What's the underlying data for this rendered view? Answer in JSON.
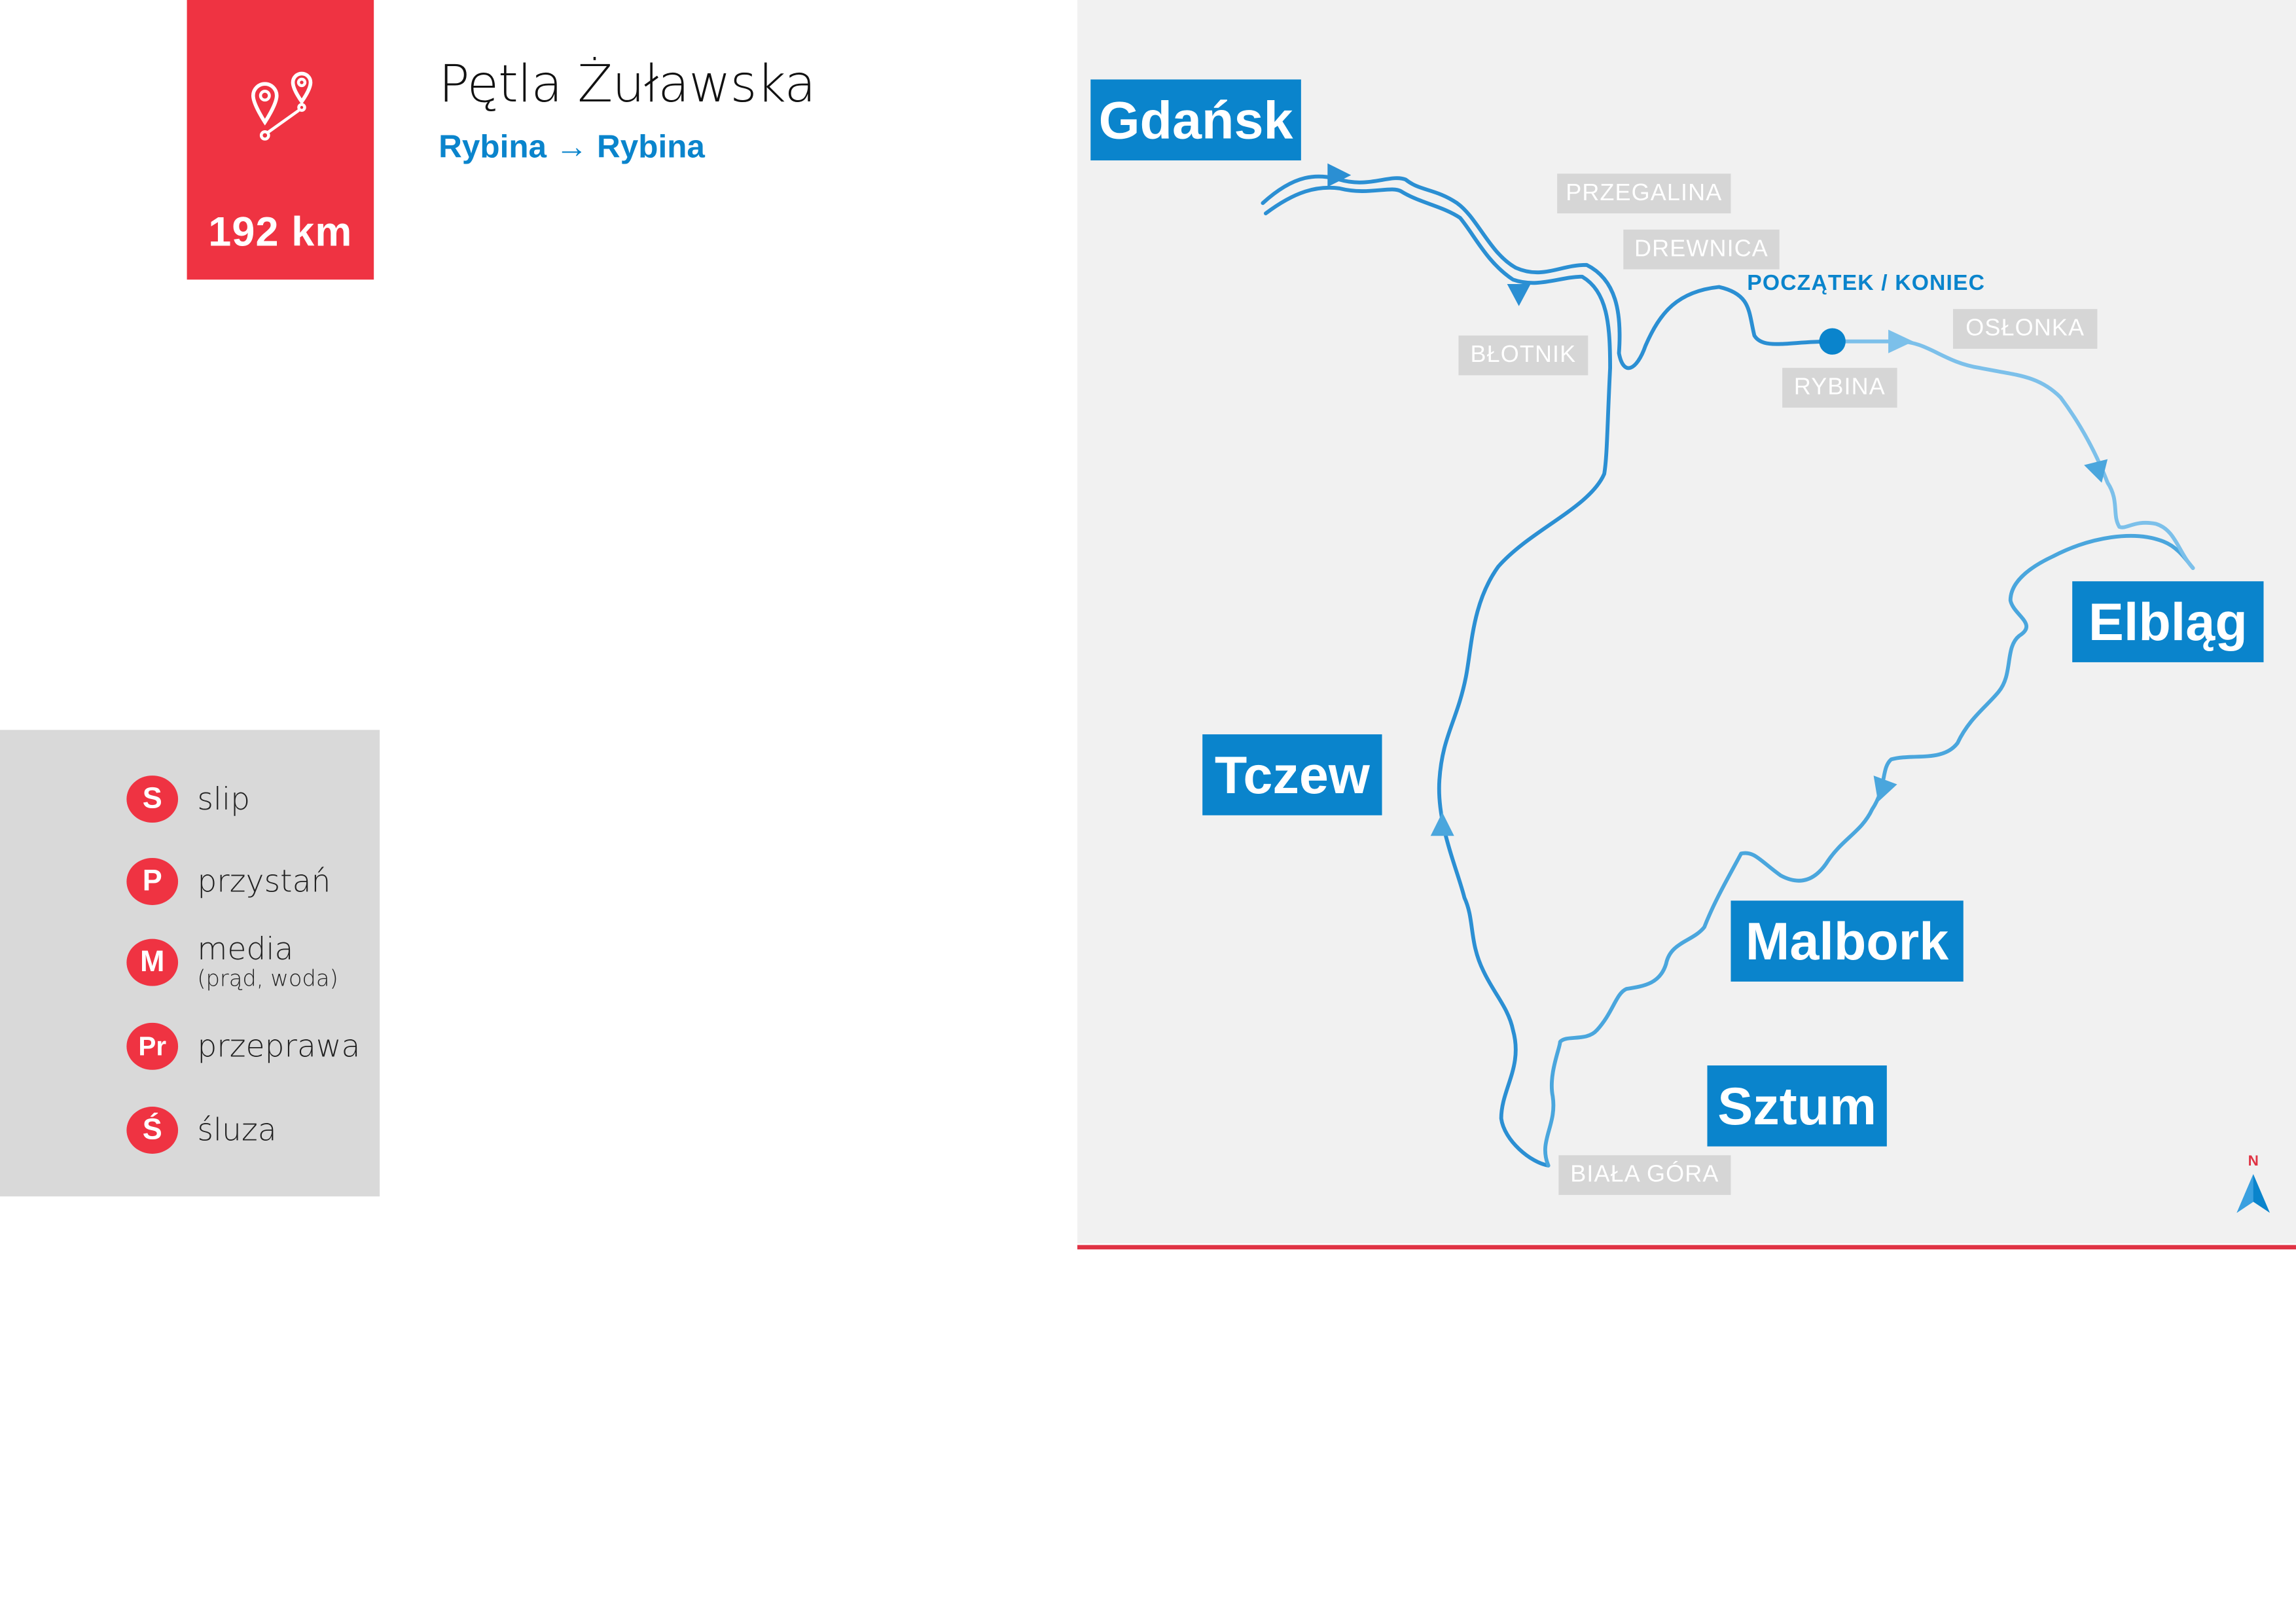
{
  "route": {
    "distance": "192 km",
    "title": "Pętla Żuławska",
    "subtitle": "Rybina → Rybina"
  },
  "legend": {
    "items": [
      {
        "badge": "S",
        "label": "slip"
      },
      {
        "badge": "P",
        "label": "przystań"
      },
      {
        "badge": "M",
        "label": "media",
        "sub": "(prąd, woda)"
      },
      {
        "badge": "Pr",
        "label": "przeprawa"
      },
      {
        "badge": "Ś",
        "label": "śluza"
      }
    ]
  },
  "map": {
    "cities": [
      "Gdańsk",
      "Elbląg",
      "Tczew",
      "Malbork",
      "Sztum"
    ],
    "places": [
      "PRZEGALINA",
      "DREWNICA",
      "BŁOTNIK",
      "OSŁONKA",
      "RYBINA",
      "BIAŁA GÓRA"
    ],
    "start_label": "POCZĄTEK / KONIEC",
    "north_label": "N"
  },
  "colors": {
    "accent_red": "#ef3342",
    "brand_blue": "#0a84cc",
    "route_dark": "#2b8fd3",
    "route_mid": "#4aa6dd",
    "route_light": "#7cc0ea"
  }
}
